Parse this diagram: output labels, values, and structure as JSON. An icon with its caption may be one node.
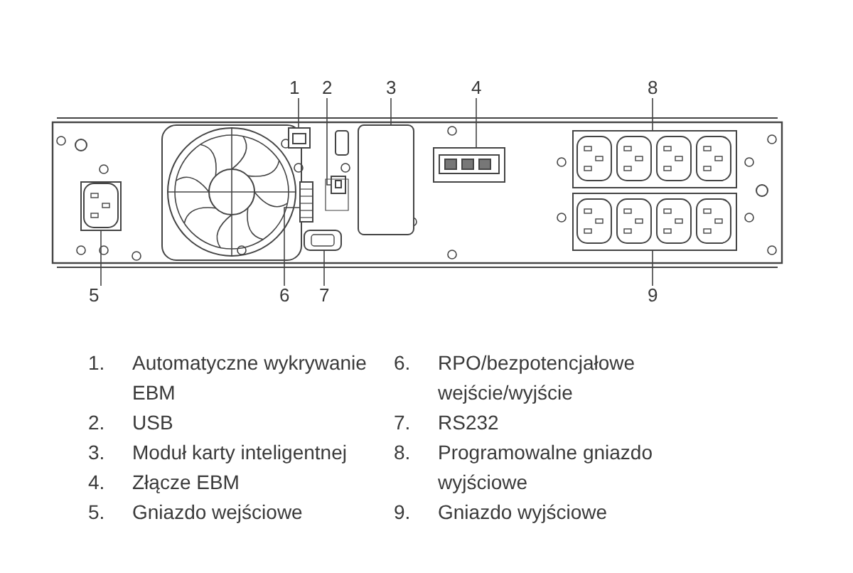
{
  "diagram": {
    "nodes": [
      {
        "text": [
          "1"
        ]
      },
      {
        "text": [
          "2"
        ]
      },
      {
        "text": [
          "3"
        ]
      },
      {
        "text": [
          "4"
        ]
      },
      {
        "text": [
          "5"
        ]
      },
      {
        "text": [
          "6"
        ]
      },
      {
        "text": [
          "7"
        ]
      },
      {
        "text": [
          "8"
        ]
      },
      {
        "text": [
          "9"
        ]
      },
      {
        "text": [],
        "shape": "box"
      },
      {
        "text": [],
        "shape": "box"
      },
      {
        "text": [],
        "shape": "box"
      },
      {
        "text": [],
        "shape": "box"
      },
      {
        "text": [],
        "shape": "box"
      },
      {
        "text": [],
        "shape": "box"
      },
      {
        "text": [],
        "shape": "box"
      },
      {
        "text": [],
        "shape": "box"
      },
      {
        "text": [],
        "shape": "box"
      }
    ],
    "edges": [
      {
        "from": 0,
        "to": 9,
        "arrow": "none"
      },
      {
        "from": 1,
        "to": 10,
        "arrow": "none"
      },
      {
        "from": 2,
        "to": 11,
        "arrow": "none"
      },
      {
        "from": 3,
        "to": 12,
        "arrow": "none"
      },
      {
        "from": 4,
        "to": 13,
        "arrow": "none"
      },
      {
        "from": 5,
        "to": 14,
        "arrow": "none"
      },
      {
        "from": 6,
        "to": 15,
        "arrow": "none"
      },
      {
        "from": 7,
        "to": 16,
        "arrow": "none"
      },
      {
        "from": 8,
        "to": 17,
        "arrow": "none"
      }
    ],
    "labels": [
      "1.",
      "Automatyczne wykrywanie EBM",
      "6.",
      "RPO/bezpotencjałowe wejście/wyjście",
      "2.",
      "USB",
      "7.",
      "RS232",
      "3.",
      "Moduł karty inteligentnej",
      "8.",
      "Programowalne gniazdo wyjściowe",
      "4.",
      "Złącze EBM",
      "5.",
      "Gniazdo wejściowe",
      "9.",
      "Gniazdo wyjściowe"
    ]
  }
}
